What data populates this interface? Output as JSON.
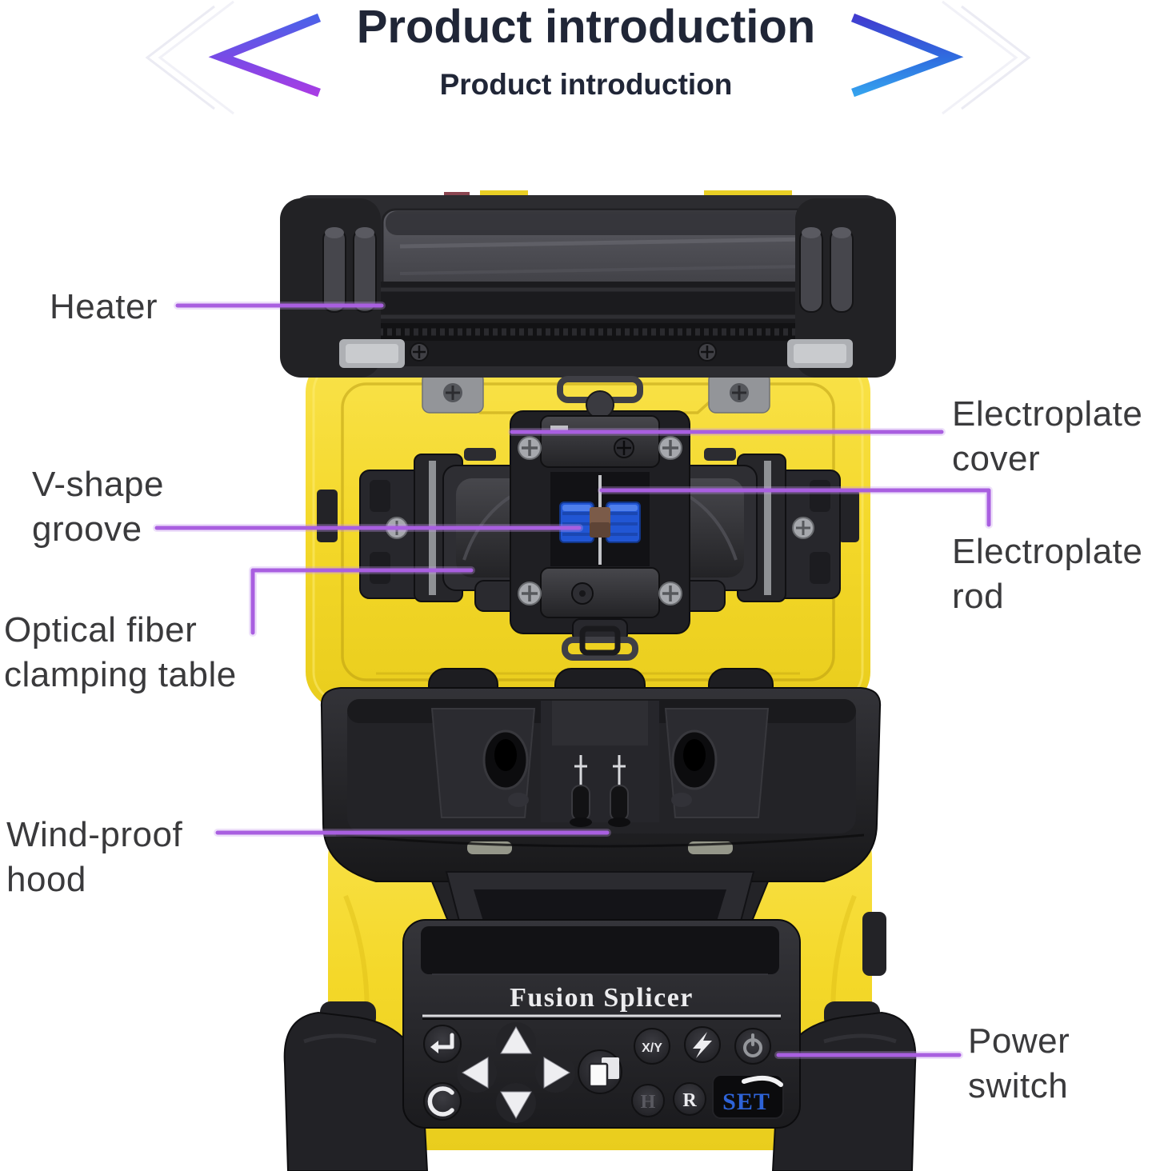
{
  "title": {
    "heading": "Product introduction",
    "subheading": "Product introduction"
  },
  "callouts": {
    "heater": "Heater",
    "v_shape_groove": "V-shape groove",
    "optical_fiber_clamping_table": "Optical fiber clamping table",
    "wind_proof_hood": "Wind-proof hood",
    "electroplate_cover": "Electroplate cover",
    "electroplate_rod": "Electroplate rod",
    "power_switch": "Power switch"
  },
  "device": {
    "brand_label": "Fusion Splicer",
    "keypad": {
      "xy_label": "X/Y",
      "heat_label": "H",
      "reset_label": "R",
      "set_label": "SET"
    }
  },
  "colors": {
    "leader_line": "#a95fe0",
    "body_yellow": "#f4d829",
    "title_navy": "#202637",
    "set_blue": "#2e63d8",
    "chevron_left_top": "#4a63e8",
    "chevron_left_bottom": "#a93ce4",
    "chevron_right_top": "#413bcf",
    "chevron_right_bottom": "#35a3ee"
  }
}
